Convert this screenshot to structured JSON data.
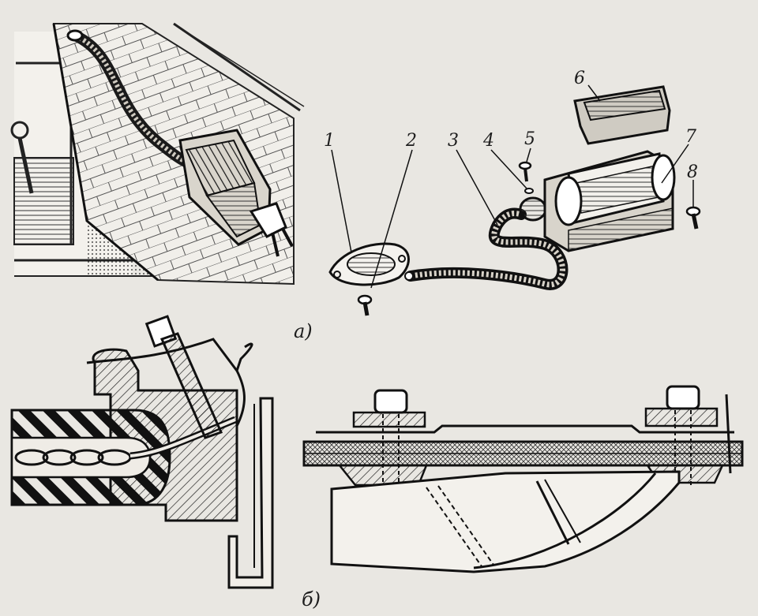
{
  "labels": [
    {
      "id": "1",
      "text": "1"
    },
    {
      "id": "2",
      "text": "2"
    },
    {
      "id": "3",
      "text": "3"
    },
    {
      "id": "4",
      "text": "4"
    },
    {
      "id": "5",
      "text": "5"
    },
    {
      "id": "6",
      "text": "6"
    },
    {
      "id": "7",
      "text": "7"
    },
    {
      "id": "8",
      "text": "8"
    }
  ],
  "captions": {
    "a": "а)",
    "b": "б)"
  }
}
